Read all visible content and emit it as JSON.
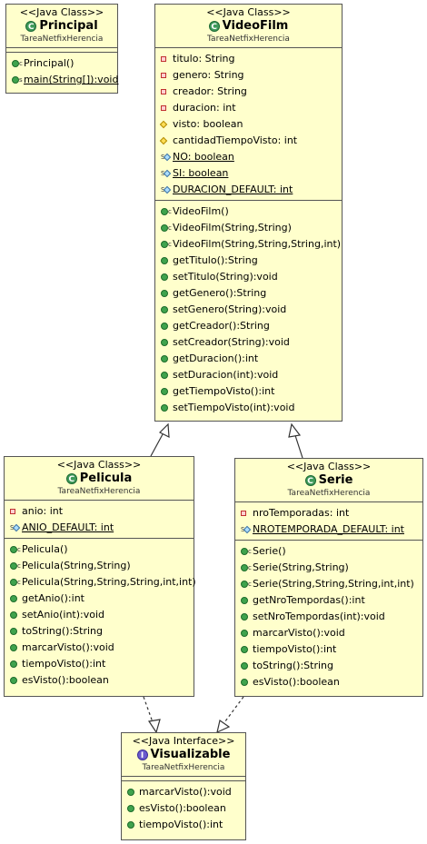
{
  "principal": {
    "stereotype": "<<Java Class>>",
    "name": "Principal",
    "package": "TareaNetfixHerencia",
    "methods": [
      "Principal()",
      "main(String[]):void"
    ]
  },
  "videofilm": {
    "stereotype": "<<Java Class>>",
    "name": "VideoFilm",
    "package": "TareaNetfixHerencia",
    "fields": [
      "titulo: String",
      "genero: String",
      "creador: String",
      "duracion: int",
      "visto: boolean",
      "cantidadTiempoVisto: int",
      "NO: boolean",
      "SI: boolean",
      "DURACION_DEFAULT: int"
    ],
    "methods": [
      "VideoFilm()",
      "VideoFilm(String,String)",
      "VideoFilm(String,String,String,int)",
      "getTitulo():String",
      "setTitulo(String):void",
      "getGenero():String",
      "setGenero(String):void",
      "getCreador():String",
      "setCreador(String):void",
      "getDuracion():int",
      "setDuracion(int):void",
      "getTiempoVisto():int",
      "setTiempoVisto(int):void"
    ]
  },
  "pelicula": {
    "stereotype": "<<Java Class>>",
    "name": "Pelicula",
    "package": "TareaNetfixHerencia",
    "fields": [
      "anio: int",
      "ANIO_DEFAULT: int"
    ],
    "methods": [
      "Pelicula()",
      "Pelicula(String,String)",
      "Pelicula(String,String,String,int,int)",
      "getAnio():int",
      "setAnio(int):void",
      "toString():String",
      "marcarVisto():void",
      "tiempoVisto():int",
      "esVisto():boolean"
    ]
  },
  "serie": {
    "stereotype": "<<Java Class>>",
    "name": "Serie",
    "package": "TareaNetfixHerencia",
    "fields": [
      "nroTemporadas: int",
      "NROTEMPORADA_DEFAULT: int"
    ],
    "methods": [
      "Serie()",
      "Serie(String,String)",
      "Serie(String,String,String,int,int)",
      "getNroTempordas():int",
      "setNroTempordas(int):void",
      "marcarVisto():void",
      "tiempoVisto():int",
      "toString():String",
      "esVisto():boolean"
    ]
  },
  "visualizable": {
    "stereotype": "<<Java Interface>>",
    "name": "Visualizable",
    "package": "TareaNetfixHerencia",
    "methods": [
      "marcarVisto():void",
      "esVisto():boolean",
      "tiempoVisto():int"
    ]
  },
  "colors": {
    "box_fill": "#ffffcc",
    "border": "#555555",
    "public_icon": "#3fa34d",
    "private_icon": "#c03030"
  }
}
